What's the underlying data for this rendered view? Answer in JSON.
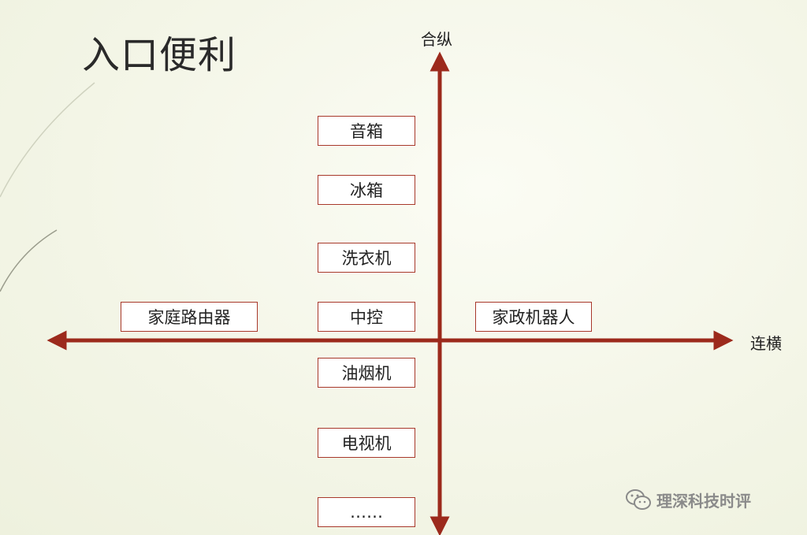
{
  "title": "入口便利",
  "axes": {
    "vertical_label": "合纵",
    "horizontal_label": "连横",
    "color": "#9c2a1c"
  },
  "boxes": {
    "yinxiang": "音箱",
    "bingxiang": "冰箱",
    "xiyiji": "洗衣机",
    "zhongkong": "中控",
    "luyouqi": "家庭路由器",
    "jiqiren": "家政机器人",
    "youyanji": "油烟机",
    "dianshiji": "电视机",
    "more": "……"
  },
  "watermark": {
    "text": "理深科技时评",
    "icon": "wechat-icon"
  },
  "colors": {
    "box_border": "#a8382b",
    "background": "#f4f6e8"
  }
}
